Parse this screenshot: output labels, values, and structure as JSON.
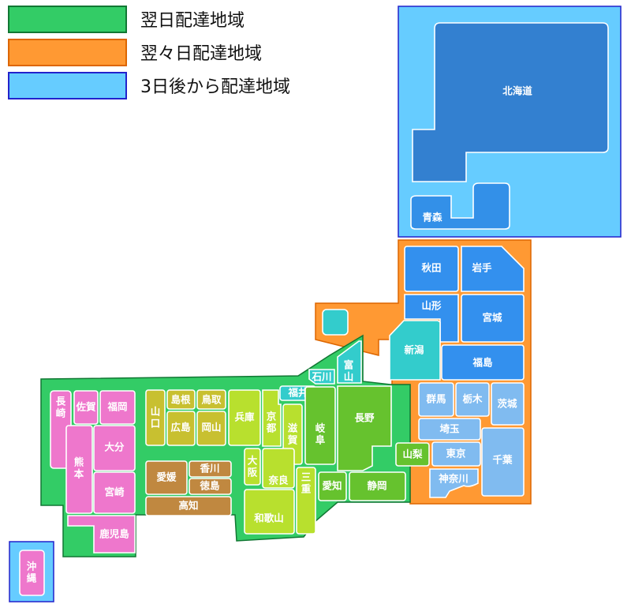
{
  "colors": {
    "next_day_region": "#33cc66",
    "day_after_region": "#ff9933",
    "three_days_region": "#66ccff",
    "region_border_green": "#117733",
    "region_border_orange": "#dd6600",
    "region_border_blue": "#2222cc"
  },
  "legend": [
    {
      "key": "next_day",
      "label": "翌日配達地域",
      "color": "#33cc66",
      "border": "#117733"
    },
    {
      "key": "day_after",
      "label": "翌々日配達地域",
      "color": "#ff9933",
      "border": "#dd6600"
    },
    {
      "key": "three_days",
      "label": "3日後から配達地域",
      "color": "#66ccff",
      "border": "#2222cc"
    }
  ],
  "prefectures": {
    "hokkaido": {
      "label": "北海道",
      "color": "#3380d0"
    },
    "aomori": {
      "label": "青森",
      "color": "#3390e8"
    },
    "akita": {
      "label": "秋田",
      "color": "#3390ee"
    },
    "iwate": {
      "label": "岩手",
      "color": "#3390ee"
    },
    "yamagata": {
      "label": "山形",
      "color": "#3390ee"
    },
    "miyagi": {
      "label": "宮城",
      "color": "#3390ee"
    },
    "niigata": {
      "label": "新潟",
      "color": "#33cccc"
    },
    "sado": {
      "label": "",
      "color": "#33cccc"
    },
    "fukushima": {
      "label": "福島",
      "color": "#3390ee"
    },
    "gunma": {
      "label": "群馬",
      "color": "#80bbf0"
    },
    "tochigi": {
      "label": "栃木",
      "color": "#80bbf0"
    },
    "ibaraki": {
      "label": "茨城",
      "color": "#80bbf0"
    },
    "saitama": {
      "label": "埼玉",
      "color": "#80bbf0"
    },
    "chiba": {
      "label": "千葉",
      "color": "#80bbf0"
    },
    "tokyo": {
      "label": "東京",
      "color": "#80bbf0"
    },
    "kanagawa": {
      "label": "神奈川",
      "color": "#80bbf0"
    },
    "yamanashi": {
      "label": "山梨",
      "color": "#66c22e"
    },
    "toyama": {
      "label": "富山",
      "color": "#33cccc"
    },
    "ishikawa": {
      "label": "石川",
      "color": "#33cccc"
    },
    "fukui": {
      "label": "福井",
      "color": "#33cccc"
    },
    "nagano": {
      "label": "長野",
      "color": "#66c22e"
    },
    "gifu": {
      "label": "岐阜",
      "color": "#66c22e"
    },
    "aichi": {
      "label": "愛知",
      "color": "#66c22e"
    },
    "shizuoka": {
      "label": "静岡",
      "color": "#66c22e"
    },
    "mie": {
      "label": "三重",
      "color": "#b8e02e"
    },
    "shiga": {
      "label": "滋賀",
      "color": "#b8e02e"
    },
    "kyoto": {
      "label": "京都",
      "color": "#b8e02e"
    },
    "hyogo": {
      "label": "兵庫",
      "color": "#b8e02e"
    },
    "osaka": {
      "label": "大阪",
      "color": "#b8e02e"
    },
    "nara": {
      "label": "奈良",
      "color": "#b8e02e"
    },
    "wakayama": {
      "label": "和歌山",
      "color": "#b8e02e"
    },
    "tottori": {
      "label": "鳥取",
      "color": "#c8c030"
    },
    "shimane": {
      "label": "島根",
      "color": "#c8c030"
    },
    "okayama": {
      "label": "岡山",
      "color": "#c8c030"
    },
    "hiroshima": {
      "label": "広島",
      "color": "#c8c030"
    },
    "yamaguchi": {
      "label": "山口",
      "color": "#c8c030"
    },
    "kagawa": {
      "label": "香川",
      "color": "#c08840"
    },
    "ehime": {
      "label": "愛媛",
      "color": "#c08840"
    },
    "tokushima": {
      "label": "徳島",
      "color": "#c08840"
    },
    "kochi": {
      "label": "高知",
      "color": "#c08840"
    },
    "fukuoka": {
      "label": "福岡",
      "color": "#ee77cc"
    },
    "saga": {
      "label": "佐賀",
      "color": "#ee77cc"
    },
    "nagasaki": {
      "label": "長崎",
      "color": "#ee77cc"
    },
    "kumamoto": {
      "label": "熊本",
      "color": "#ee77cc"
    },
    "oita": {
      "label": "大分",
      "color": "#ee77cc"
    },
    "miyazaki": {
      "label": "宮崎",
      "color": "#ee77cc"
    },
    "kagoshima": {
      "label": "鹿児島",
      "color": "#ee77cc"
    },
    "okinawa": {
      "label": "沖縄",
      "color": "#ee77cc"
    }
  }
}
